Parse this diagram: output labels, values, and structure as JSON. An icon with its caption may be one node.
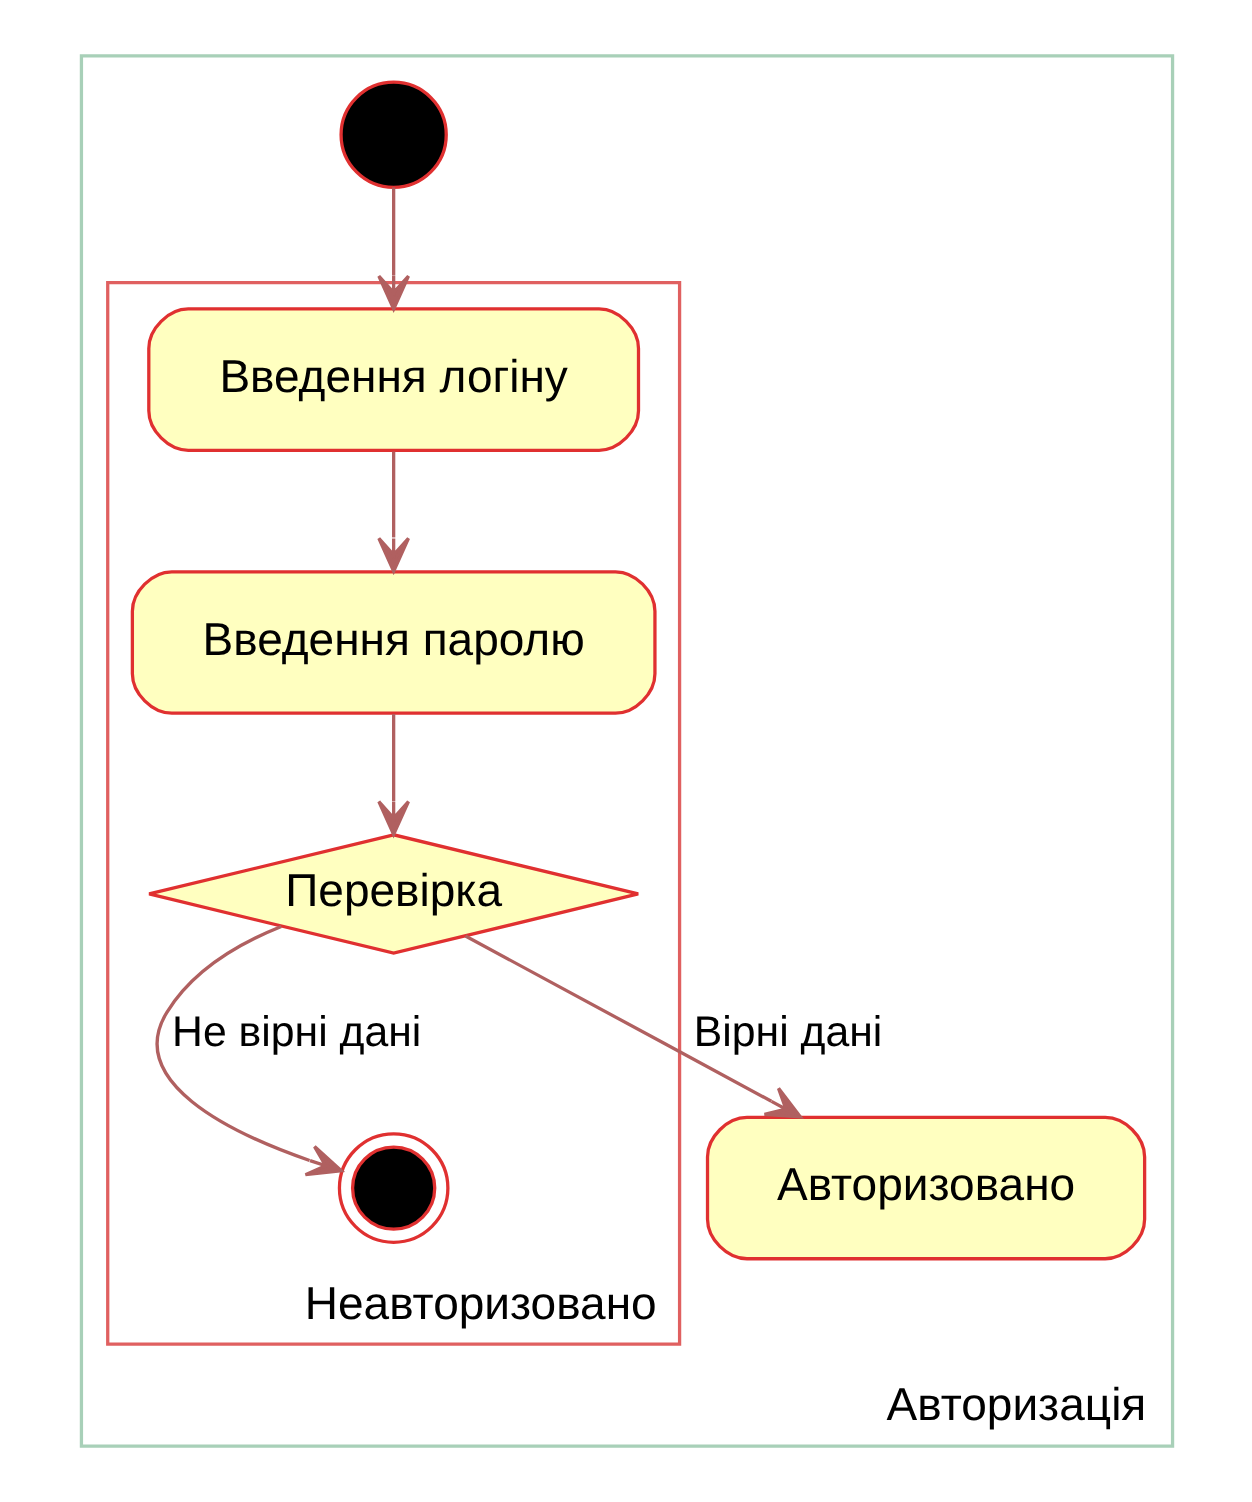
{
  "diagram": {
    "nodes": [
      {
        "text": [
          "Авторизація"
        ]
      },
      {
        "text": [],
        "shape": "circle",
        "in": 0
      },
      {
        "text": [
          "Неавторизовано"
        ],
        "in": 0
      },
      {
        "text": [
          "Введення логіну"
        ],
        "in": 2
      },
      {
        "text": [
          "Введення паролю"
        ],
        "in": 2
      },
      {
        "text": [
          "Перевірка"
        ],
        "in": 2
      },
      {
        "text": [],
        "shape": "circle",
        "in": 2
      },
      {
        "text": [
          "Авторизовано"
        ],
        "in": 0
      }
    ],
    "edges": [
      {
        "from": 1,
        "to": 3,
        "arrow": "to"
      },
      {
        "from": 3,
        "to": 4,
        "arrow": "to"
      },
      {
        "from": 4,
        "to": 5,
        "arrow": "to"
      },
      {
        "from": 5,
        "to": 6,
        "arrow": "to",
        "label": "Не вірні дані"
      },
      {
        "from": 5,
        "to": 7,
        "arrow": "to",
        "label": "Вірні дані"
      }
    ]
  }
}
